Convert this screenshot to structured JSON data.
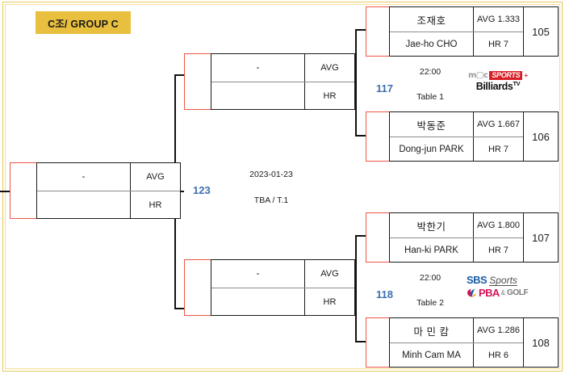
{
  "group": {
    "label": "C조/ GROUP C"
  },
  "final": {
    "match_no": "123",
    "date": "2023-01-23",
    "table": "TBA / T.1",
    "entry": {
      "name": "-",
      "avg_label": "AVG",
      "hr_label": "HR"
    }
  },
  "semifinals": [
    {
      "match_no": "117",
      "time": "22:00",
      "table": "Table 1",
      "broadcaster": "mbc-sports-billiards-tv",
      "broadcaster_parts": {
        "mbc": "m□c",
        "sports": "SPORTS",
        "plus": "+",
        "billiards": "Billiards",
        "tv": "TV"
      },
      "entry": {
        "name": "-",
        "avg_label": "AVG",
        "hr_label": "HR"
      },
      "players": [
        {
          "seed": "105",
          "name_kr": "조재호",
          "name_en": "Jae-ho CHO",
          "avg": "AVG 1.333",
          "hr": "HR 7"
        },
        {
          "seed": "106",
          "name_kr": "박동준",
          "name_en": "Dong-jun PARK",
          "avg": "AVG 1.667",
          "hr": "HR 7"
        }
      ]
    },
    {
      "match_no": "118",
      "time": "22:00",
      "table": "Table 2",
      "broadcaster": "sbs-sports-pba-golf",
      "broadcaster_parts": {
        "sbs": "SBS",
        "sports": "Sports",
        "pba": "PBA",
        "amp": "&",
        "golf": "GOLF"
      },
      "entry": {
        "name": "-",
        "avg_label": "AVG",
        "hr_label": "HR"
      },
      "players": [
        {
          "seed": "107",
          "name_kr": "박한기",
          "name_en": "Han-ki PARK",
          "avg": "AVG 1.800",
          "hr": "HR 7"
        },
        {
          "seed": "108",
          "name_kr": "마 민 캄",
          "name_en": "Minh Cam MA",
          "avg": "AVG 1.286",
          "hr": "HR 6"
        }
      ]
    }
  ],
  "colors": {
    "frame": "#e8c85a",
    "badge_bg": "#e8bf3f",
    "seed_border": "#ee5544",
    "match_no": "#3c6fb0",
    "box_border": "#1a1a1a"
  }
}
